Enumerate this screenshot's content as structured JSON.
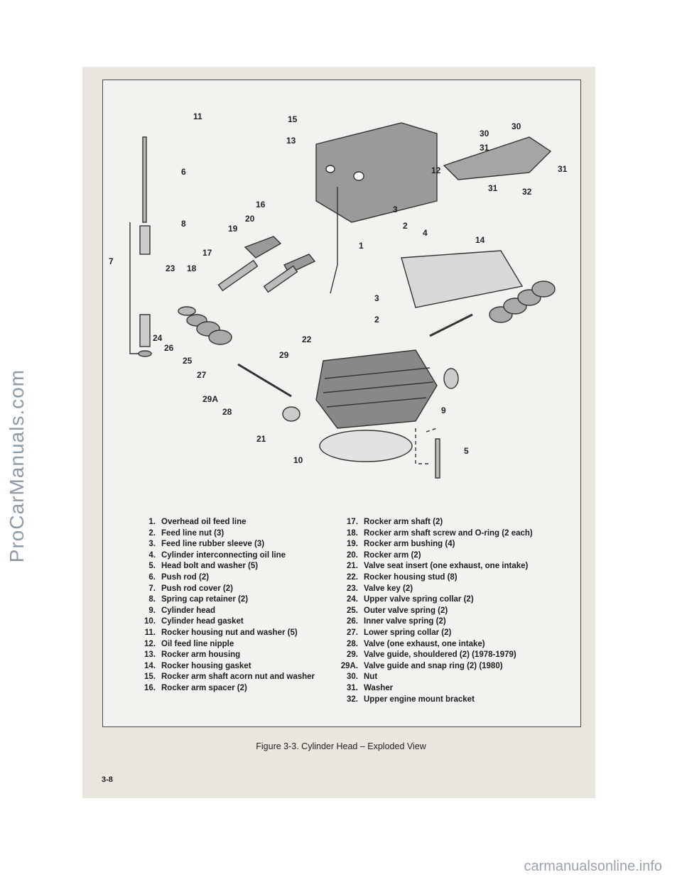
{
  "watermarks": {
    "sidebar": "ProCarManuals.com",
    "footer": "carmanualsonline.info"
  },
  "figure": {
    "caption": "Figure 3-3. Cylinder Head – Exploded View",
    "page_number": "3-8",
    "callouts": [
      "11",
      "15",
      "13",
      "30",
      "30",
      "31",
      "31",
      "12",
      "31",
      "32",
      "6",
      "16",
      "3",
      "8",
      "20",
      "2",
      "4",
      "19",
      "14",
      "1",
      "7",
      "23",
      "18",
      "17",
      "3",
      "2",
      "22",
      "24",
      "26",
      "29",
      "25",
      "27",
      "29A",
      "28",
      "9",
      "21",
      "5",
      "10"
    ],
    "legend_left": [
      {
        "num": "1.",
        "text": "Overhead oil feed line"
      },
      {
        "num": "2.",
        "text": "Feed line nut (3)"
      },
      {
        "num": "3.",
        "text": "Feed line rubber sleeve (3)"
      },
      {
        "num": "4.",
        "text": "Cylinder interconnecting oil line"
      },
      {
        "num": "5.",
        "text": "Head bolt and washer (5)"
      },
      {
        "num": "6.",
        "text": "Push rod (2)"
      },
      {
        "num": "7.",
        "text": "Push rod cover (2)"
      },
      {
        "num": "8.",
        "text": "Spring cap retainer (2)"
      },
      {
        "num": "9.",
        "text": "Cylinder head"
      },
      {
        "num": "10.",
        "text": "Cylinder head gasket"
      },
      {
        "num": "11.",
        "text": "Rocker housing nut and washer (5)"
      },
      {
        "num": "12.",
        "text": "Oil feed line nipple"
      },
      {
        "num": "13.",
        "text": "Rocker arm housing"
      },
      {
        "num": "14.",
        "text": "Rocker housing gasket"
      },
      {
        "num": "15.",
        "text": "Rocker arm shaft acorn nut and washer"
      },
      {
        "num": "16.",
        "text": "Rocker arm spacer (2)"
      }
    ],
    "legend_right": [
      {
        "num": "17.",
        "text": "Rocker arm shaft (2)"
      },
      {
        "num": "18.",
        "text": "Rocker arm shaft screw and O-ring (2 each)"
      },
      {
        "num": "19.",
        "text": "Rocker arm bushing (4)"
      },
      {
        "num": "20.",
        "text": "Rocker arm (2)"
      },
      {
        "num": "21.",
        "text": "Valve seat insert (one exhaust, one intake)"
      },
      {
        "num": "22.",
        "text": "Rocker housing stud (8)"
      },
      {
        "num": "23.",
        "text": "Valve key (2)"
      },
      {
        "num": "24.",
        "text": "Upper valve spring collar (2)"
      },
      {
        "num": "25.",
        "text": "Outer valve spring (2)"
      },
      {
        "num": "26.",
        "text": "Inner valve spring (2)"
      },
      {
        "num": "27.",
        "text": "Lower spring collar (2)"
      },
      {
        "num": "28.",
        "text": "Valve (one exhaust, one intake)"
      },
      {
        "num": "29.",
        "text": "Valve guide, shouldered (2) (1978-1979)"
      },
      {
        "num": "29A.",
        "text": "Valve guide and snap ring (2) (1980)"
      },
      {
        "num": "30.",
        "text": "Nut"
      },
      {
        "num": "31.",
        "text": "Washer"
      },
      {
        "num": "32.",
        "text": "Upper engine mount bracket"
      }
    ]
  }
}
